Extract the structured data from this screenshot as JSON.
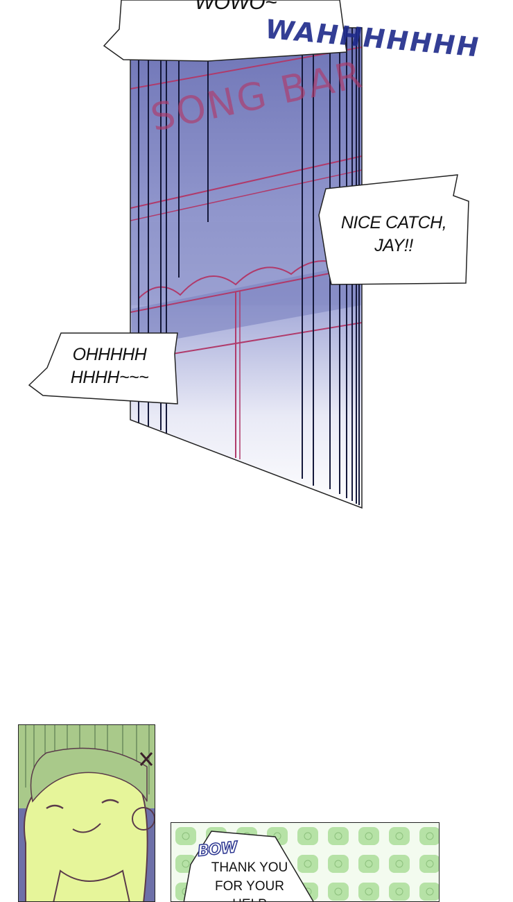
{
  "panel_1": {
    "top_bubble_text": "WOWO~",
    "sfx_text": "WAHHHHHHH",
    "sign_text": "SONG BAR",
    "bubble_right_text": "NICE CATCH,\nJAY!!",
    "bubble_left_text": "OHHHHH\nHHHH~~~"
  },
  "panel_3": {
    "bow_text": "BOW",
    "bubble_text": "THANK YOU\nFOR YOUR\nHELP"
  },
  "colors": {
    "storefront": "#8b91c6",
    "sign_red": "#b03a6a",
    "sfx_blue": "#1e2a8a",
    "face_green": "#e6f59a",
    "pattern_green": "#a8dc94"
  }
}
